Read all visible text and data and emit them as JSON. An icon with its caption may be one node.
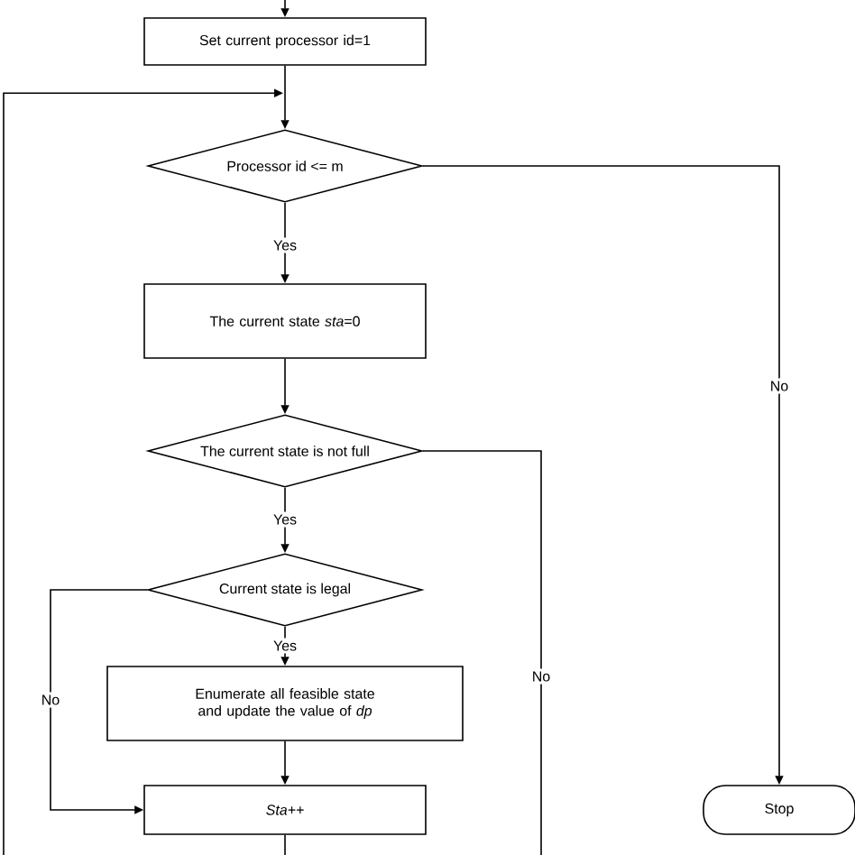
{
  "diagram": {
    "nodes": [
      {
        "text": [
          "Set current processor  id=1"
        ]
      },
      {
        "text": [
          "Processor  id <= m"
        ]
      },
      {
        "text": [
          "The current  state *sta*=0"
        ]
      },
      {
        "text": [
          "The current state is not full"
        ]
      },
      {
        "text": [
          "Current state is legal"
        ]
      },
      {
        "text": [
          "Enumerate all feasible state and update the value of *dp*"
        ]
      },
      {
        "text": [
          "*Sta++*"
        ]
      },
      {
        "text": [
          "Stop"
        ]
      }
    ],
    "edges": [
      {
        "from": null,
        "to": 0,
        "arrow": "to"
      },
      {
        "from": 0,
        "to": 1,
        "arrow": "to"
      },
      {
        "from": null,
        "to": 1,
        "arrow": "to"
      },
      {
        "from": 1,
        "to": 2,
        "arrow": "to",
        "label": "Yes"
      },
      {
        "from": 1,
        "to": 7,
        "arrow": "to",
        "label": "No"
      },
      {
        "from": 2,
        "to": 3,
        "arrow": "to"
      },
      {
        "from": 3,
        "to": 4,
        "arrow": "to",
        "label": "Yes"
      },
      {
        "from": 3,
        "to": null,
        "arrow": "none",
        "label": "No"
      },
      {
        "from": 4,
        "to": 5,
        "arrow": "to",
        "label": "Yes"
      },
      {
        "from": 4,
        "to": 6,
        "arrow": "to",
        "label": "No"
      },
      {
        "from": 5,
        "to": 6,
        "arrow": "to"
      },
      {
        "from": 6,
        "to": null,
        "arrow": "none"
      }
    ]
  }
}
